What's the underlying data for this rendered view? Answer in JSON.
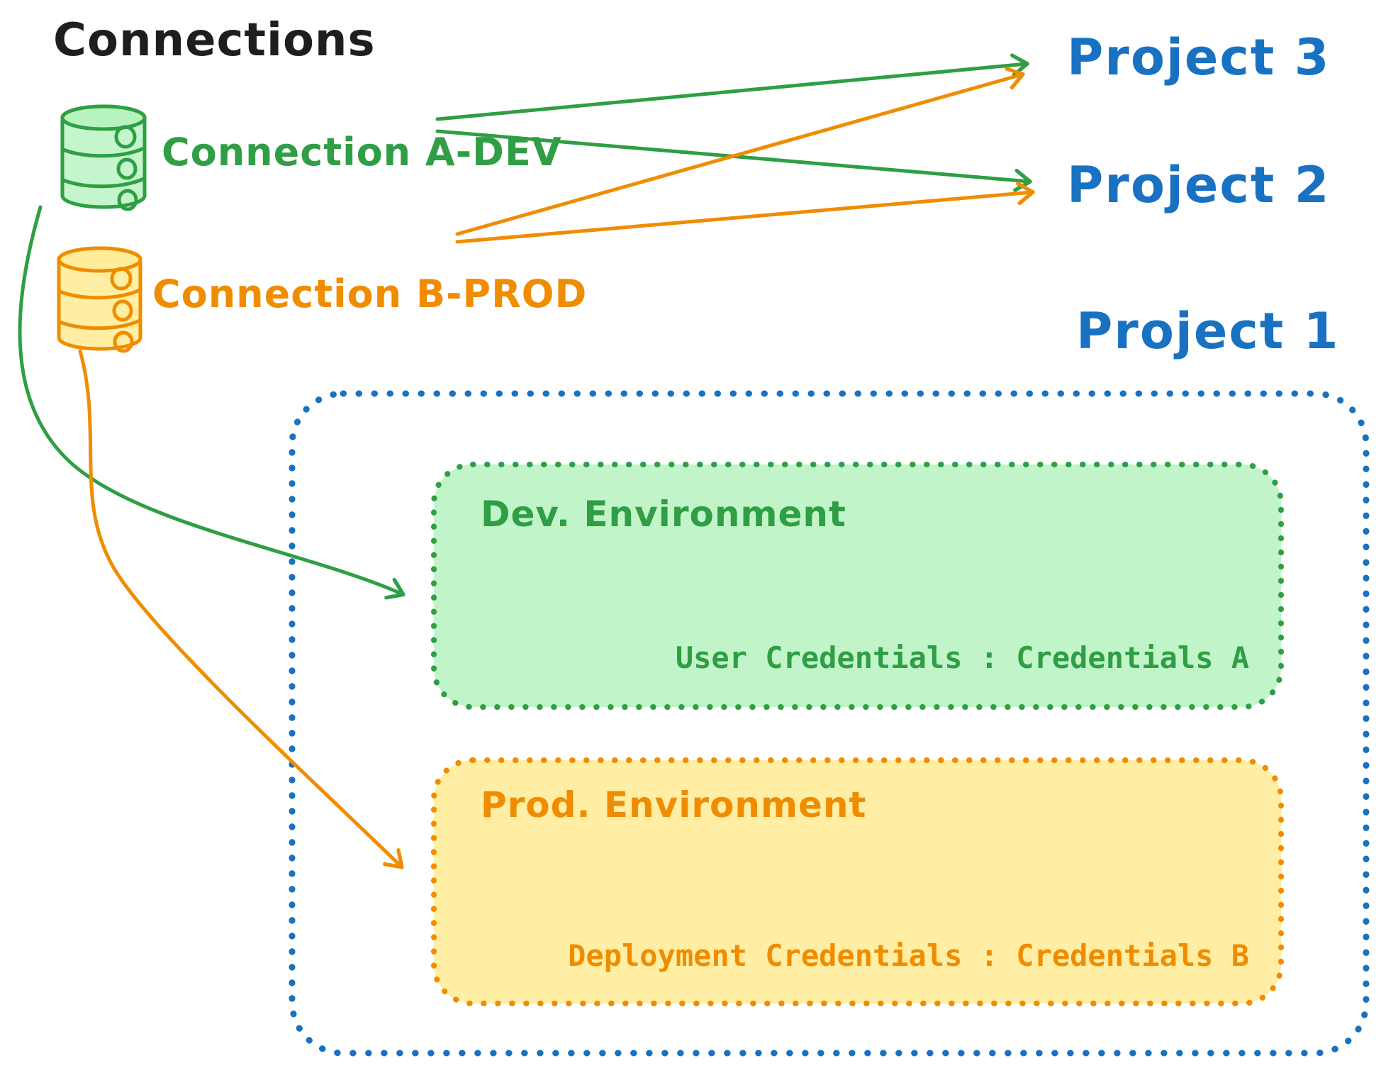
{
  "title": "Connections",
  "colors": {
    "black": "#1e1e1e",
    "blue": "#1971c2",
    "green": "#2f9e44",
    "green_fill": "#b2f2bb",
    "orange": "#f08c00",
    "orange_fill": "#ffec99"
  },
  "connections": [
    {
      "label": "Connection A-DEV",
      "color": "#2f9e44",
      "icon": "database-green-icon"
    },
    {
      "label": "Connection B-PROD",
      "color": "#f08c00",
      "icon": "database-orange-icon"
    }
  ],
  "projects": [
    {
      "label": "Project 3"
    },
    {
      "label": "Project 2"
    },
    {
      "label": "Project 1"
    }
  ],
  "links": [
    {
      "from": "Connection A-DEV",
      "to": "Project 3"
    },
    {
      "from": "Connection A-DEV",
      "to": "Project 2"
    },
    {
      "from": "Connection A-DEV",
      "to": "Project 1 / Dev. Environment"
    },
    {
      "from": "Connection B-PROD",
      "to": "Project 3"
    },
    {
      "from": "Connection B-PROD",
      "to": "Project 2"
    },
    {
      "from": "Connection B-PROD",
      "to": "Project 1 / Prod. Environment"
    }
  ],
  "project1": {
    "dev_environment": {
      "title": "Dev. Environment",
      "credentials_label": "User Credentials : Credentials A"
    },
    "prod_environment": {
      "title": "Prod. Environment",
      "credentials_label": "Deployment Credentials : Credentials B"
    }
  }
}
